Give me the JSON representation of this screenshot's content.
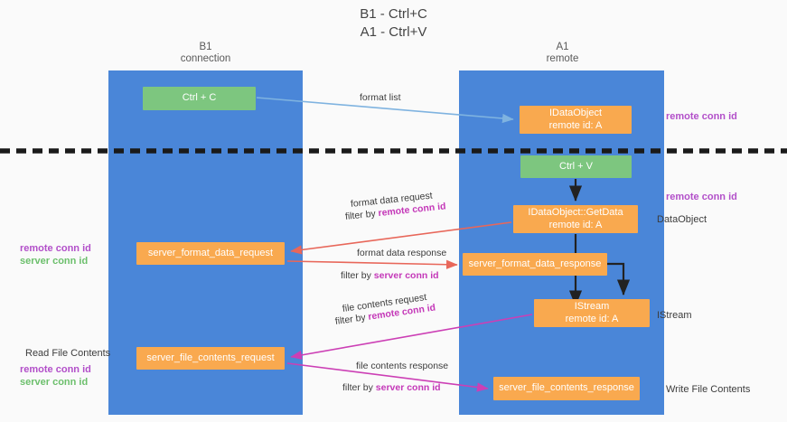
{
  "title": {
    "line1": "B1 - Ctrl+C",
    "line2": "A1 - Ctrl+V"
  },
  "columns": {
    "left": {
      "name": "B1",
      "sub": "connection"
    },
    "right": {
      "name": "A1",
      "sub": "remote"
    }
  },
  "colors": {
    "panel": "#4a86d8",
    "green_box": "#7dc67f",
    "orange_box": "#f9a94f",
    "purple_text": "#b24fc9",
    "green_text": "#6cbf6c",
    "magenta_text": "#c438b8",
    "arrow_blue": "#7fb3e0",
    "arrow_red": "#e8675a",
    "arrow_magenta": "#cc3fb5",
    "arrow_black": "#222222",
    "divider": "#1a1a1a",
    "background": "#fafafa"
  },
  "boxes": {
    "ctrl_c": {
      "line1": "Ctrl + C"
    },
    "idataobject": {
      "line1": "IDataObject",
      "line2": "remote id: A"
    },
    "ctrl_v": {
      "line1": "Ctrl + V"
    },
    "getdata": {
      "line1": "IDataObject::GetData",
      "line2": "remote id: A"
    },
    "server_format_data_request": {
      "line1": "server_format_data_request"
    },
    "server_format_data_response": {
      "line1": "server_format_data_response"
    },
    "istream": {
      "line1": "IStream",
      "line2": "remote id: A"
    },
    "server_file_contents_request": {
      "line1": "server_file_contents_request"
    },
    "server_file_contents_response": {
      "line1": "server_file_contents_response"
    }
  },
  "arrow_labels": {
    "format_list": "format list",
    "format_data_request": "format data request",
    "format_data_request_filter_prefix": "filter by ",
    "format_data_request_filter_key": "remote conn id",
    "format_data_response": "format data response",
    "format_data_response_filter_prefix": "filter by ",
    "format_data_response_filter_key": "server conn id",
    "file_contents_request": "file contents request",
    "file_contents_request_filter_prefix": "filter by ",
    "file_contents_request_filter_key": "remote conn id",
    "file_contents_response": "file contents response",
    "file_contents_response_filter_prefix": "filter by ",
    "file_contents_response_filter_key": "server conn id"
  },
  "side_labels": {
    "right_remote_conn_id_top": "remote conn id",
    "right_remote_conn_id_mid": "remote conn id",
    "right_dataobject": "DataObject",
    "right_istream": "IStream",
    "right_write_file_contents": "Write File Contents",
    "left_remote_conn_id": "remote conn id",
    "left_server_conn_id": "server conn id",
    "left_read_file_contents": "Read File Contents",
    "left_remote_conn_id_2": "remote conn id",
    "left_server_conn_id_2": "server conn id"
  }
}
